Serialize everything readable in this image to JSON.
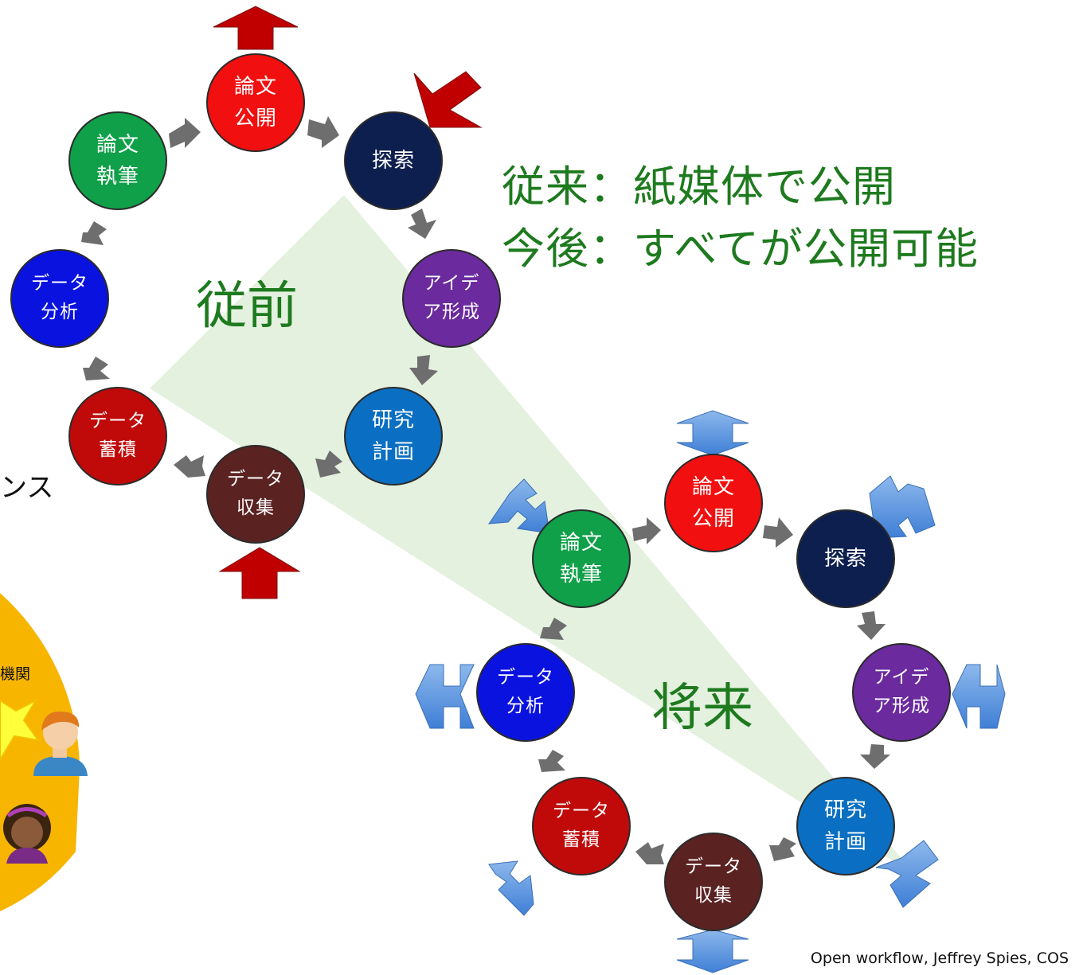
{
  "nodes": {
    "a_explore": {
      "lines": [
        "探索"
      ],
      "color": "#0d1f4f"
    },
    "a_idea": {
      "lines": [
        "アイデ",
        "ア形成"
      ],
      "color": "#6b2a9e"
    },
    "a_plan": {
      "lines": [
        "研究",
        "計画"
      ],
      "color": "#0a6fc2"
    },
    "a_collect": {
      "lines": [
        "データ",
        "収集"
      ],
      "color": "#5b2222"
    },
    "a_store": {
      "lines": [
        "データ",
        "蓄積"
      ],
      "color": "#c00a0a"
    },
    "a_analyze": {
      "lines": [
        "データ",
        "分析"
      ],
      "color": "#0a12e0"
    },
    "a_write": {
      "lines": [
        "論文",
        "執筆"
      ],
      "color": "#0fa049"
    },
    "a_publish": {
      "lines": [
        "論文",
        "公開"
      ],
      "color": "#f20f0f"
    },
    "b_explore": {
      "lines": [
        "探索"
      ],
      "color": "#0d1f4f"
    },
    "b_idea": {
      "lines": [
        "アイデ",
        "ア形成"
      ],
      "color": "#6b2a9e"
    },
    "b_plan": {
      "lines": [
        "研究",
        "計画"
      ],
      "color": "#0a6fc2"
    },
    "b_collect": {
      "lines": [
        "データ",
        "収集"
      ],
      "color": "#5b2222"
    },
    "b_store": {
      "lines": [
        "データ",
        "蓄積"
      ],
      "color": "#c00a0a"
    },
    "b_analyze": {
      "lines": [
        "データ",
        "分析"
      ],
      "color": "#0a12e0"
    },
    "b_write": {
      "lines": [
        "論文",
        "執筆"
      ],
      "color": "#0fa049"
    },
    "b_publish": {
      "lines": [
        "論文",
        "公開"
      ],
      "color": "#f20f0f"
    }
  },
  "labels": {
    "before": "従前",
    "future": "将来",
    "note_line1": "従来：紙媒体で公開",
    "note_line2": "今後：すべてが公開可能",
    "credit": "Open workflow, Jeffrey Spies, COS",
    "clip_text_1": "ンス",
    "clip_text_2": "機関"
  },
  "colors": {
    "heading_green": "#1e7a1e",
    "arrow_gray": "#6e6e6e",
    "red_arrow": "#c00000",
    "blue_arrow": "#5a93dd",
    "wedge_green": "#d9ecd3",
    "side_circle": "#f7b500"
  }
}
